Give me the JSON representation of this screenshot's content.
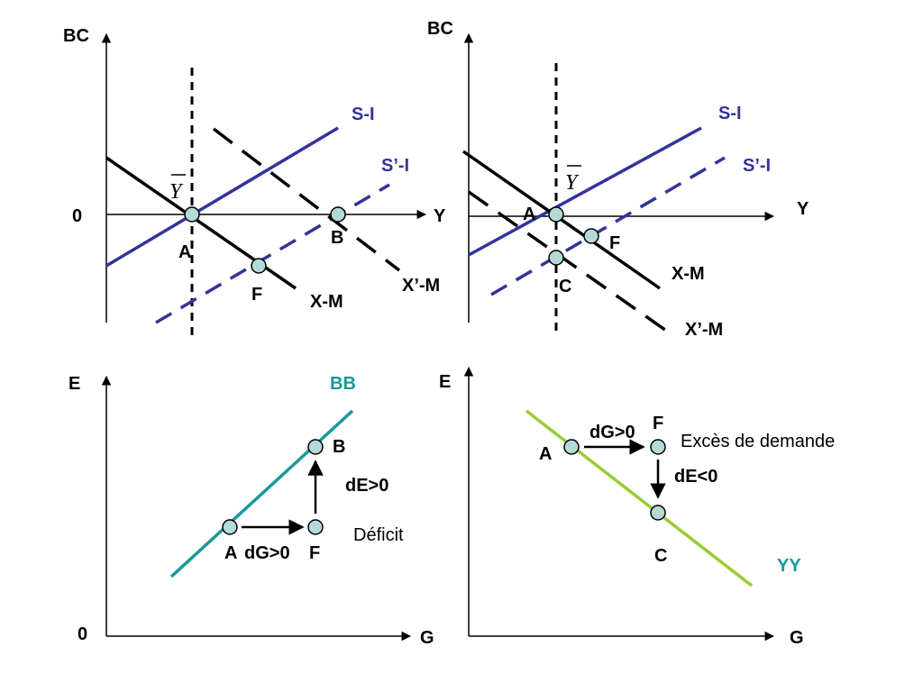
{
  "colors": {
    "black": "#000000",
    "blue": "#333399",
    "teal": "#1a9999",
    "green": "#99cc33",
    "point_fill": "#b3d9d9"
  },
  "panels": {
    "top_left": {
      "y_axis": "BC",
      "x_axis": "Y",
      "origin": "0",
      "ybar": "Y",
      "curves": {
        "si": "S-I",
        "spi": "S’-I",
        "xm": "X-M",
        "xpm": "X’-M"
      },
      "points": {
        "a": "A",
        "b": "B",
        "f": "F"
      }
    },
    "top_right": {
      "y_axis": "BC",
      "x_axis": "Y",
      "ybar": "Y",
      "curves": {
        "si": "S-I",
        "spi": "S’-I",
        "xm": "X-M",
        "xpm": "X’-M"
      },
      "points": {
        "a": "A",
        "c": "C",
        "f": "F"
      }
    },
    "bottom_left": {
      "y_axis": "E",
      "x_axis": "G",
      "origin": "0",
      "curve": "BB",
      "points": {
        "a": "A",
        "b": "B",
        "f": "F"
      },
      "dg": "dG>0",
      "de": "dE>0",
      "note": "Déficit"
    },
    "bottom_right": {
      "y_axis": "E",
      "x_axis": "G",
      "curve": "YY",
      "points": {
        "a": "A",
        "c": "C",
        "f": "F"
      },
      "dg": "dG>0",
      "de": "dE<0",
      "note": "Excès de demande"
    }
  }
}
